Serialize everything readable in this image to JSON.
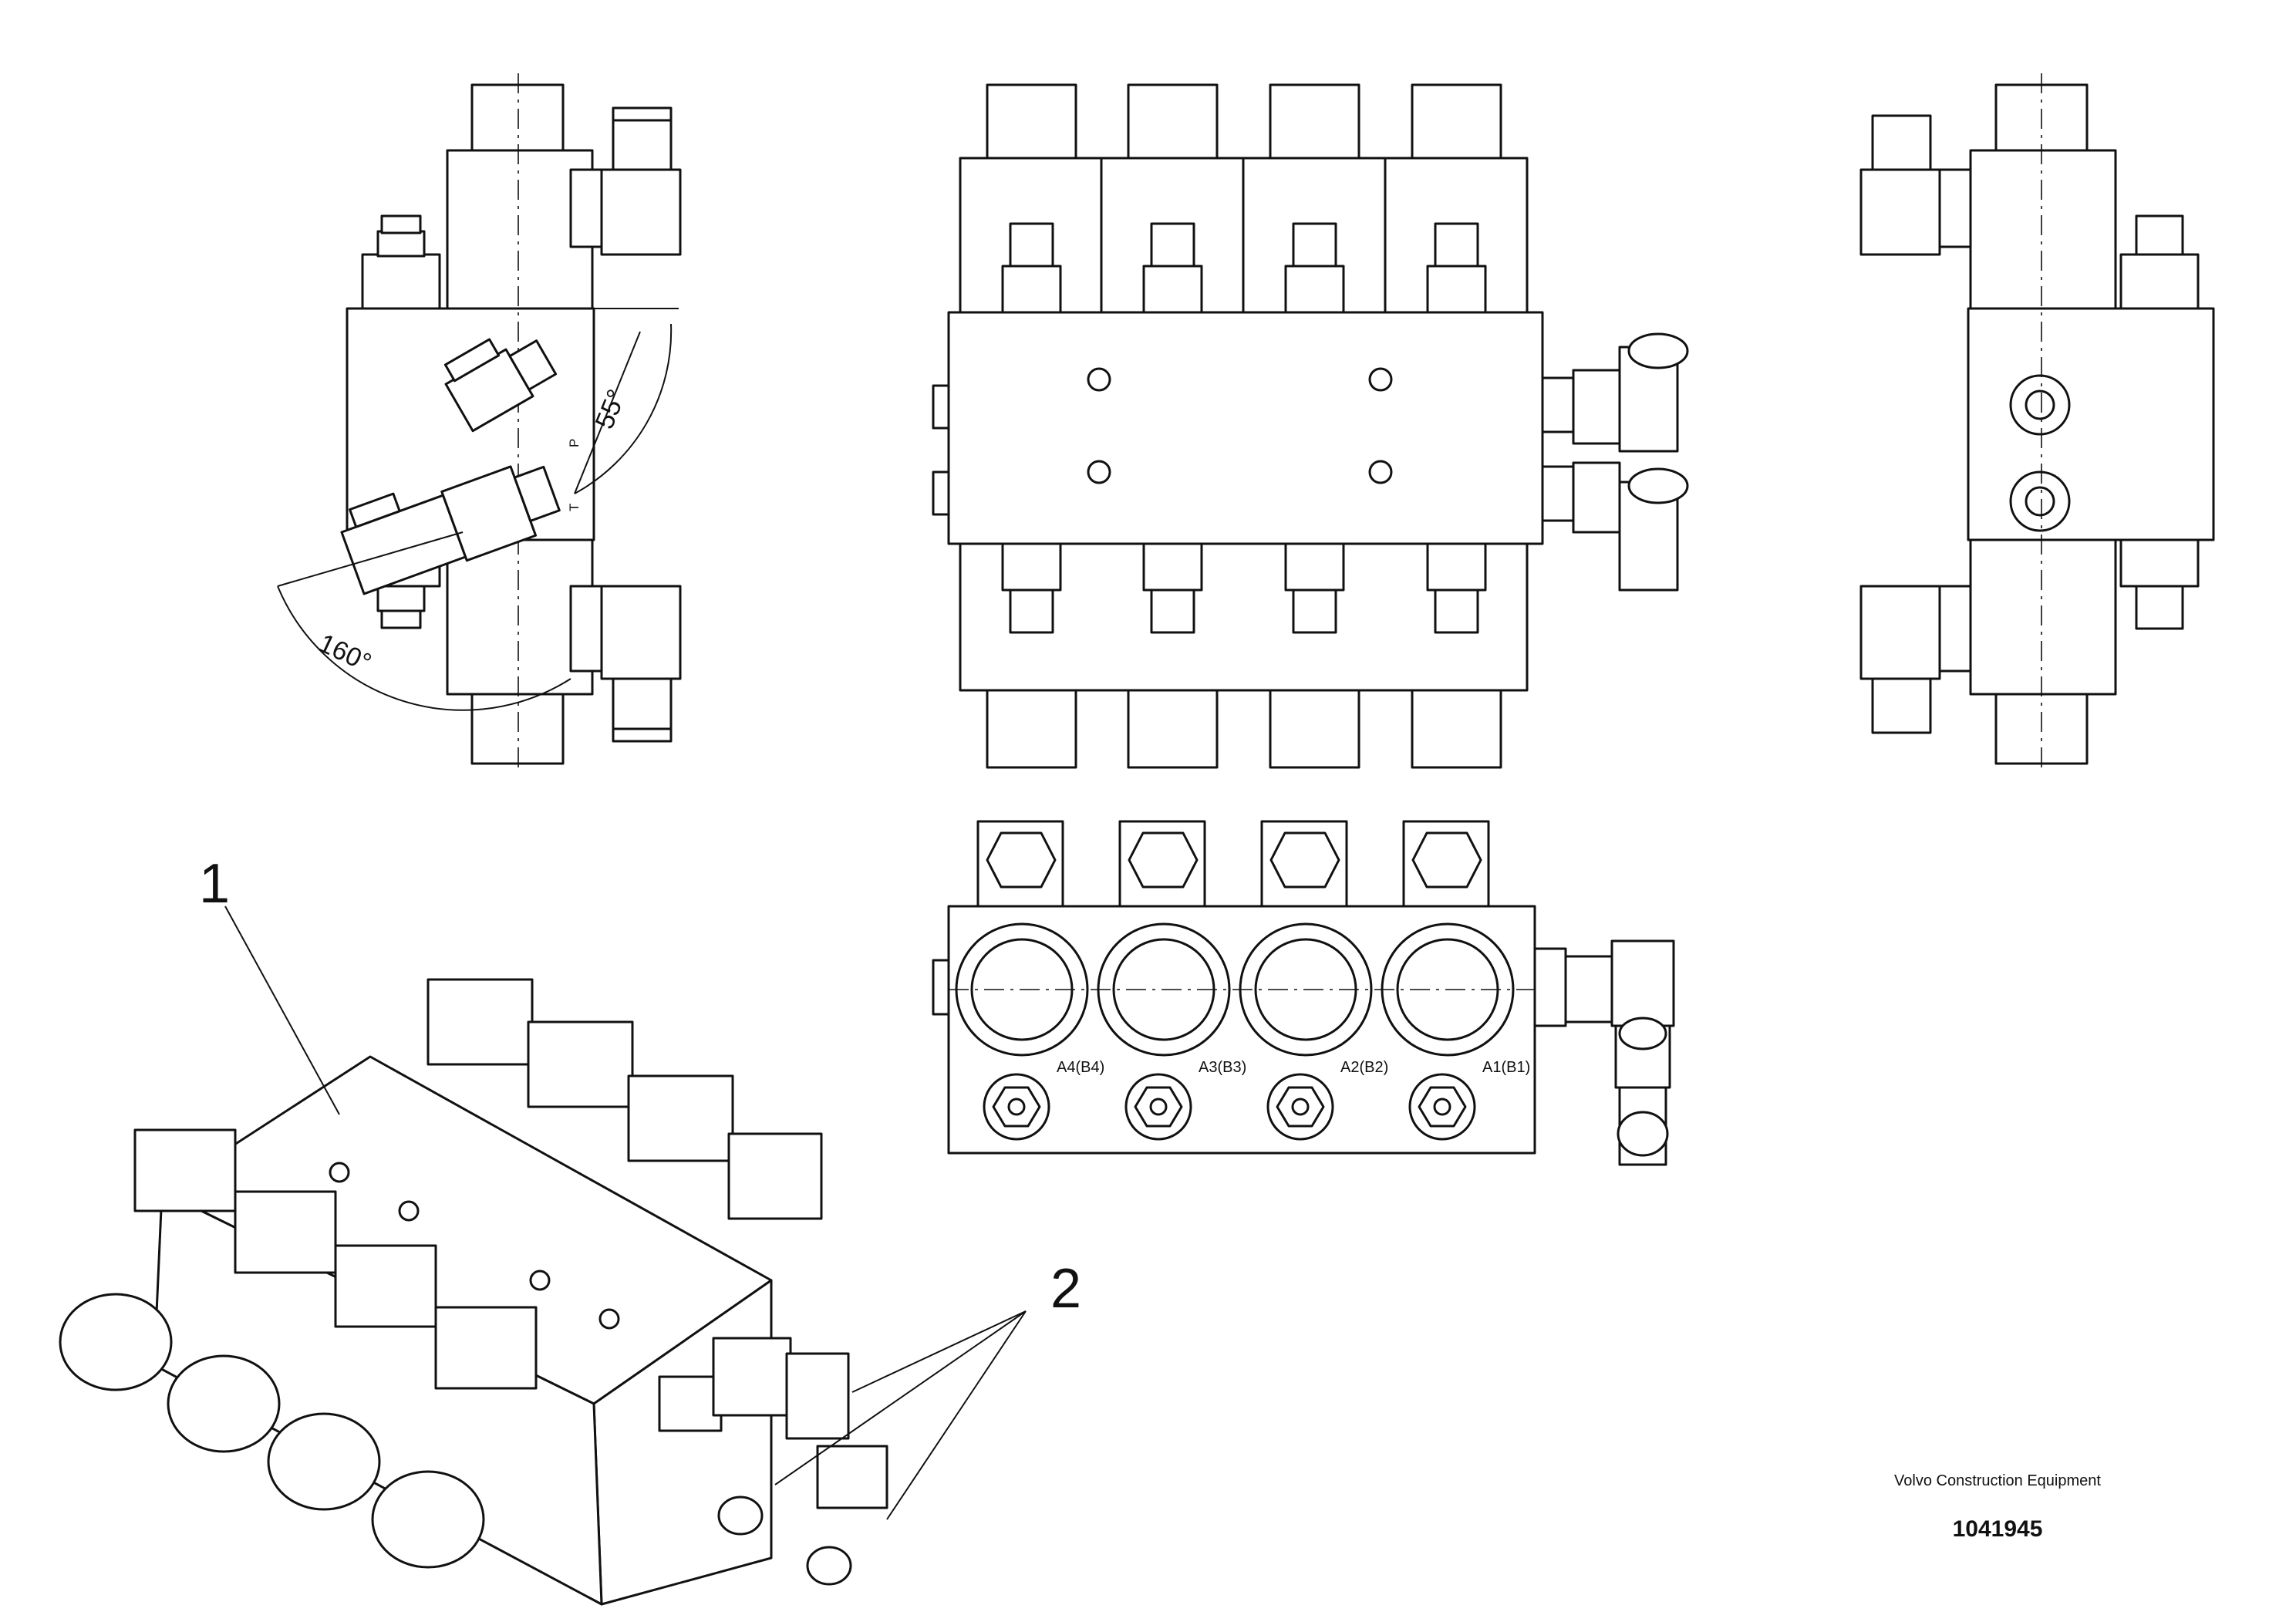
{
  "callouts": {
    "item_1": "1",
    "item_2": "2"
  },
  "dimensions": {
    "angle_top": "55°",
    "angle_bottom": "160°"
  },
  "port_markings": {
    "p": "P",
    "t": "T"
  },
  "port_labels": [
    "A4(B4)",
    "A3(B3)",
    "A2(B2)",
    "A1(B1)"
  ],
  "title_block": {
    "company": "Volvo Construction Equipment",
    "document_number": "1041945"
  }
}
